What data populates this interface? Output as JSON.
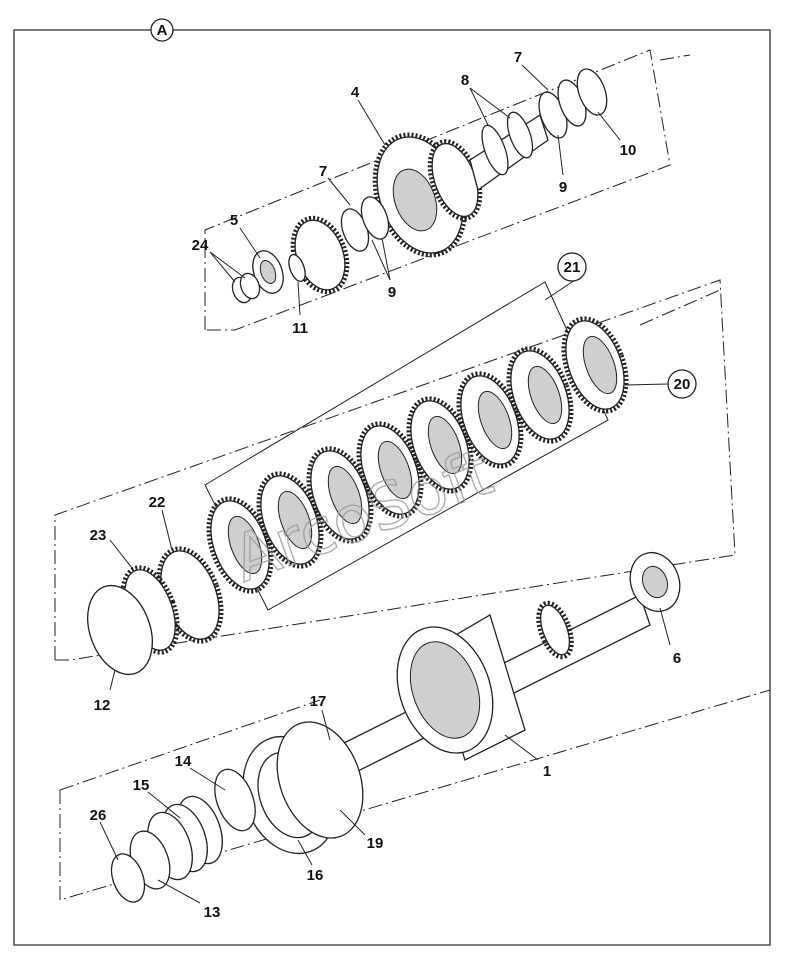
{
  "diagram": {
    "view_marker": "A",
    "watermark": "ArcoSoft",
    "callouts": [
      "1",
      "4",
      "5",
      "6",
      "7",
      "7",
      "8",
      "9",
      "9",
      "10",
      "11",
      "12",
      "13",
      "14",
      "15",
      "16",
      "17",
      "19",
      "22",
      "23",
      "24",
      "26"
    ],
    "circled_callouts": [
      "20",
      "21"
    ]
  }
}
